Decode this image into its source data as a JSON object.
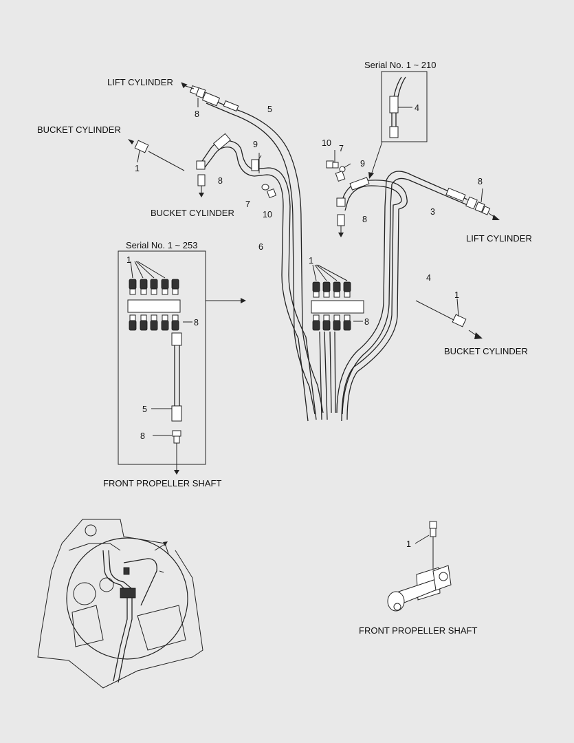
{
  "labels": {
    "lift_cylinder_left": "LIFT CYLINDER",
    "bucket_cylinder_top_left": "BUCKET CYLINDER",
    "bucket_cylinder_mid_left": "BUCKET CYLINDER",
    "serial_253": "Serial No. 1 ~ 253",
    "front_propeller_left": "FRONT PROPELLER SHAFT",
    "serial_210": "Serial No. 1 ~ 210",
    "lift_cylinder_right": "LIFT CYLINDER",
    "bucket_cylinder_right": "BUCKET CYLINDER",
    "front_propeller_right": "FRONT PROPELLER SHAFT"
  },
  "callouts": {
    "n8_top": "8",
    "n5_top": "5",
    "n1_bucket_left": "1",
    "n9_left": "9",
    "n8_left": "8",
    "n7_left": "7",
    "n10_left": "10",
    "n6": "6",
    "n1_box": "1",
    "n8_box": "8",
    "n5_box": "5",
    "n8_box_low": "8",
    "n10_right": "10",
    "n7_right": "7",
    "n9_right": "9",
    "n4_serial": "4",
    "n8_right_top": "8",
    "n3": "3",
    "n8_right_mid": "8",
    "n1_center": "1",
    "n8_center": "8",
    "n4_center": "4",
    "n1_bucket_right": "1",
    "n1_shaft": "1"
  }
}
